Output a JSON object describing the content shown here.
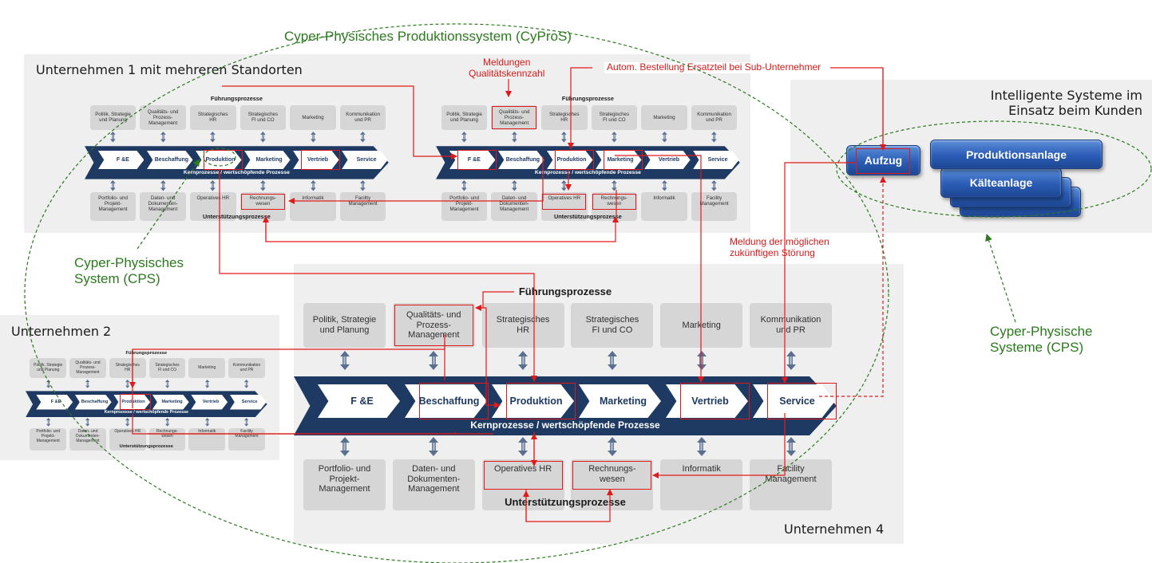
{
  "cypros_title": "Cyper-Physisches Produktionssystem (CyProS)",
  "cps_label": "Cyper-Physisches\nSystem (CPS)",
  "cps_plural_label": "Cyper-Physische\nSysteme (CPS)",
  "intelligent_label": "Intelligente Systeme im\nEinsatz beim Kunden",
  "companies": {
    "u1": "Unternehmen 1 mit mehreren Standorten",
    "u2": "Unternehmen 2",
    "u4": "Unternehmen 4"
  },
  "sections": {
    "fuehrung": "Führungsprozesse",
    "kern": "Kernprozesse / wertschöpfende Prozesse",
    "unterstuetzung": "Unterstützungsprozesse"
  },
  "fuehrung_items": [
    "Politik, Strategie\nund Planung",
    "Qualitäts- und\nProzess-\nManagement",
    "Strategisches\nHR",
    "Strategisches\nFI und CO",
    "Marketing",
    "Kommunikation\nund PR"
  ],
  "kern_items": [
    "F &E",
    "Beschaffung",
    "Produktion",
    "Marketing",
    "Vertrieb",
    "Service"
  ],
  "unterstuetzung_items": [
    "Portfolio- und\nProjekt-\nManagement",
    "Daten- und\nDokumenten-\nManagement",
    "Operatives HR",
    "Rechnungs-\nwesen",
    "Informatik",
    "Facility\nManagement"
  ],
  "annotations": {
    "meldungen": "Meldungen\nQualitätskennzahl",
    "bestellung": "Autom. Bestellung Ersatzteil bei Sub-Unternehmer",
    "stoerung": "Meldung der möglichen\nzukünftigen Störung"
  },
  "devices": {
    "aufzug": "Aufzug",
    "produktionsanlage": "Produktionsanlage",
    "kaelteanlage": "Kälteanlage"
  },
  "colors": {
    "navy": "#1f3a62",
    "red": "#e01a1a",
    "green": "#2b7a1e",
    "panel": "#efefef"
  }
}
